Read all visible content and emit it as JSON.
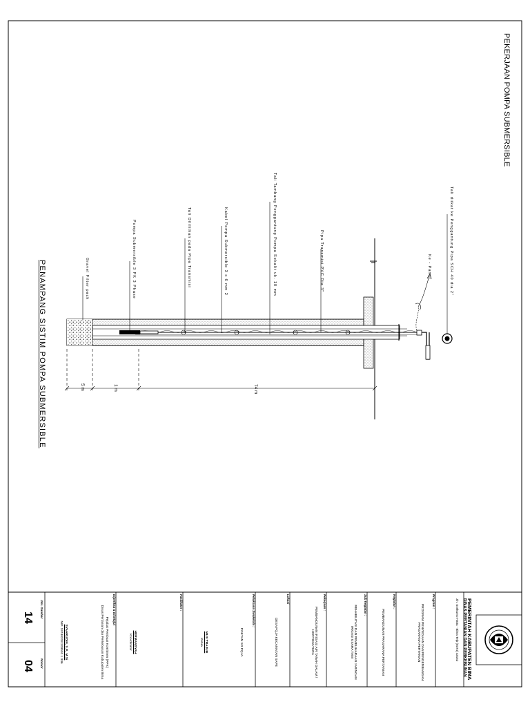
{
  "drawing": {
    "title": "PEKERJAAN POMPA SUBMERSIBLE",
    "section_title": "PENAMPANG SISTIM POMPA SUBMERSIBLE",
    "annotations": {
      "tali_diikat": "Tali diikat ke Penggantung Pipa SCH 40 dia 2\"",
      "ke_panel": "Ke - Panel",
      "pipa_transmisi": "Pipa Transmisi PVC Dia 3\"",
      "tali_tambang": "Tali Tambang Penggantung Pompa Sekalit uk. 10 mm",
      "kabel_pompa": "Kabel Pompa Submersible 3 x 6 mm 2",
      "tali_dililitkan": "Tali Dililitkan pada Pipa Transmisi",
      "pompa": "Pompa Submersible 3 PK 3 Phase",
      "gravel": "Gravel Filter pack"
    },
    "dimensions": {
      "d74": "74 m",
      "d1": "1 m",
      "d5": "5 m"
    }
  },
  "title_block": {
    "government": "PEMERINTAH KABUPATEN BIMA",
    "department": "DINAS PERTANIAN DAN PERKEBUNAN",
    "address": "Jln. Soekarno Hatta - Bima Telp (0374) 43152",
    "program_label": "Program :",
    "program_value": "PROGRAM PENYEDIAAN DAN PENGEMBANGAN PRASARANA PERTANIAN",
    "kegiatan_label": "Kegiatan :",
    "kegiatan_value": "PEMBANGUNAN PRASARANA PERTANIAN",
    "subkegiatan_label": "Sub Kegiatan :",
    "subkegiatan_value": "REHABILITASI DAN PEMELIHARAAN JARINGAN IRIGASI USAHA TANI",
    "pekerjaan_label": "Pekerjaan :",
    "pekerjaan_value": "PEMBANGUNAN IRIGASI AIR TANAH DALAM / HORTIKULTURA",
    "lokasi_label": "Lokasi",
    "lokasi_value": "DESA PQJA KECAMATAN SAPE",
    "pelaksana_label": "Pelaksana Swakelola :",
    "pelaksana_value": "POKTAN SO PQJA",
    "fasilitator_label": "Fasilitator :",
    "fasilitator_name": "MUS TRAJUB",
    "fasilitator_role": "Ketua",
    "diperiksa_label": "Diperiksa & Disetujui",
    "koordinator_name": "HERMANSYAH",
    "koordinator_role": "Koordinator",
    "ppk_line1": "Pejabat Pembuat Komitmen (PPK)",
    "ppk_line2": "Dinas Pertanian dan Perkebunan Kabupaten Bima",
    "ppk_name": "SYAHRUDIN, S.P., M.Si",
    "ppk_nip": "NIP. 19740203 200501 1 006",
    "jml_gambar_label": "Jml. Gambar",
    "nomor_label": "Nomor",
    "jml_gambar_value": "14",
    "nomor_value": "04"
  },
  "colors": {
    "line": "#000000",
    "hatch": "#999999",
    "background": "#ffffff"
  },
  "icons": {
    "logo": "kabupaten-bima-emblem"
  }
}
